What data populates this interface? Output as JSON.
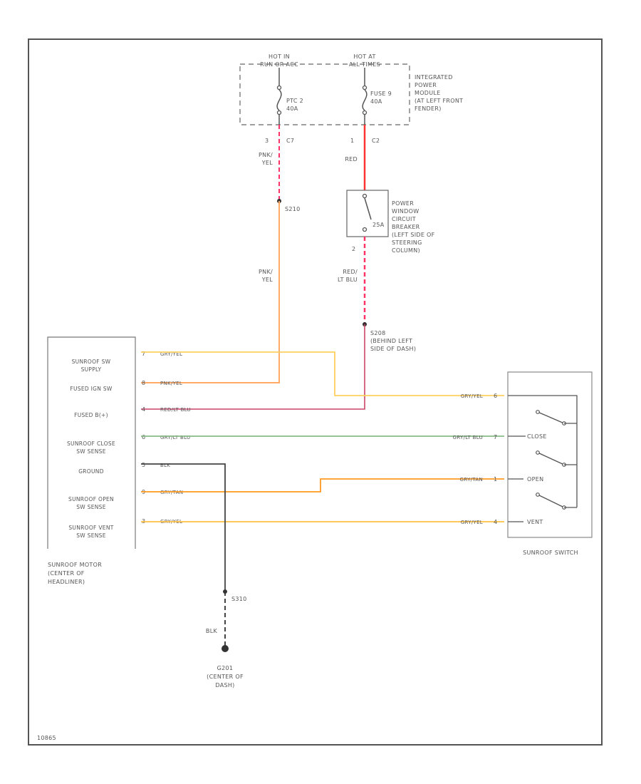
{
  "colors": {
    "frame": "#555555",
    "pink_yel": "#ff3366",
    "red": "#ff3333",
    "orange": "#ffaa66",
    "gry_yel": "#ffd060",
    "red_lt_blu": "#cc4466",
    "gry_lt_blu": "#88bb88",
    "black": "#444444",
    "gry_tan": "#ff9922"
  },
  "power_supplies": {
    "left_line1": "HOT IN",
    "left_line2": "RUN OR ACC",
    "right_line1": "HOT AT",
    "right_line2": "ALL TIMES"
  },
  "ipm": {
    "ptc_name": "PTC 2",
    "ptc_rating": "40A",
    "fuse_name": "FUSE 9",
    "fuse_rating": "40A",
    "label": [
      "INTEGRATED",
      "POWER",
      "MODULE",
      "(AT LEFT FRONT",
      "FENDER)"
    ],
    "c7_pin": "3",
    "c7_conn": "C7",
    "c2_pin": "1",
    "c2_conn": "C2"
  },
  "wires": {
    "pnk_yel_top": [
      "PNK/",
      "YEL"
    ],
    "red_top": "RED",
    "pnk_yel_mid": [
      "PNK/",
      "YEL"
    ],
    "red_lt_blu_mid": [
      "RED/",
      "LT BLU"
    ],
    "blk_ground": "BLK"
  },
  "splices": {
    "s210": "S210",
    "s208": [
      "S208",
      "(BEHIND LEFT",
      "SIDE OF DASH)"
    ],
    "s310": "S310"
  },
  "breaker": {
    "rating": "25A",
    "pin": "2",
    "label": [
      "POWER",
      "WINDOW",
      "CIRCUIT",
      "BREAKER",
      "(LEFT SIDE OF",
      "STEERING",
      "COLUMN)"
    ]
  },
  "motor": {
    "pins": [
      {
        "label": [
          "SUNROOF SW",
          "SUPPLY"
        ],
        "pin": "7",
        "wire": "GRY/YEL"
      },
      {
        "label": [
          "FUSED IGN SW"
        ],
        "pin": "8",
        "wire": "PNK/YEL"
      },
      {
        "label": [
          "FUSED B(+)"
        ],
        "pin": "4",
        "wire": "RED/LT BLU"
      },
      {
        "label": [
          "SUNROOF CLOSE",
          "SW SENSE"
        ],
        "pin": "6",
        "wire": "GRY/LT BLU"
      },
      {
        "label": [
          "GROUND"
        ],
        "pin": "5",
        "wire": "BLK"
      },
      {
        "label": [
          "SUNROOF OPEN",
          "SW SENSE"
        ],
        "pin": "9",
        "wire": "GRY/TAN"
      },
      {
        "label": [
          "SUNROOF VENT",
          "SW SENSE"
        ],
        "pin": "3",
        "wire": "GRY/YEL"
      }
    ],
    "title": [
      "SUNROOF MOTOR",
      "(CENTER OF",
      "HEADLINER)"
    ]
  },
  "switch": {
    "pins": [
      {
        "wire": "GRY/YEL",
        "pin": "6"
      },
      {
        "wire": "GRY/LT BLU",
        "pin": "7"
      },
      {
        "wire": "GRY/TAN",
        "pin": "1"
      },
      {
        "wire": "GRY/YEL",
        "pin": "4"
      }
    ],
    "positions": [
      "CLOSE",
      "OPEN",
      "VENT"
    ],
    "title": "SUNROOF SWITCH"
  },
  "ground": {
    "name": "G201",
    "location": [
      "(CENTER OF",
      "DASH)"
    ]
  },
  "footer_code": "10865"
}
